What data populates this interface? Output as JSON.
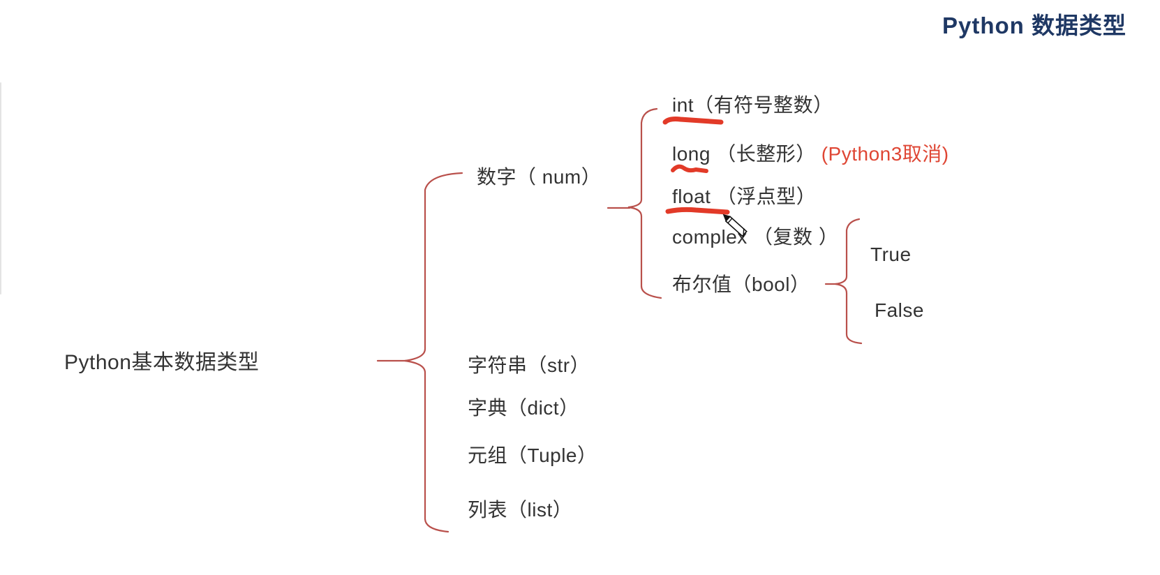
{
  "page_title": "Python 数据类型",
  "root": {
    "label": "Python基本数据类型"
  },
  "level2": [
    {
      "label": "数字（ num）"
    },
    {
      "label": "字符串（str）"
    },
    {
      "label": "字典（dict）"
    },
    {
      "label": "元组（Tuple）"
    },
    {
      "label": "列表（list）"
    }
  ],
  "number_children": [
    {
      "name": "int",
      "label": "int（有符号整数）",
      "underlined": true
    },
    {
      "name": "long",
      "label": "long （长整形）",
      "note": "(Python3取消)",
      "underlined": true
    },
    {
      "name": "float",
      "label": "float （浮点型）",
      "underlined": true
    },
    {
      "name": "complex",
      "label": "complex （复数 ）",
      "underlined": false
    },
    {
      "name": "bool",
      "label": "布尔值（bool）",
      "underlined": false
    }
  ],
  "bool_children": [
    {
      "label": "True"
    },
    {
      "label": "False"
    }
  ],
  "icons": {
    "cursor": "pen-cursor"
  },
  "colors": {
    "title_navy": "#1f3864",
    "text_dark": "#333333",
    "annotation_red": "#e23a28",
    "note_red": "#df4634",
    "brace_red": "#b9504b"
  }
}
